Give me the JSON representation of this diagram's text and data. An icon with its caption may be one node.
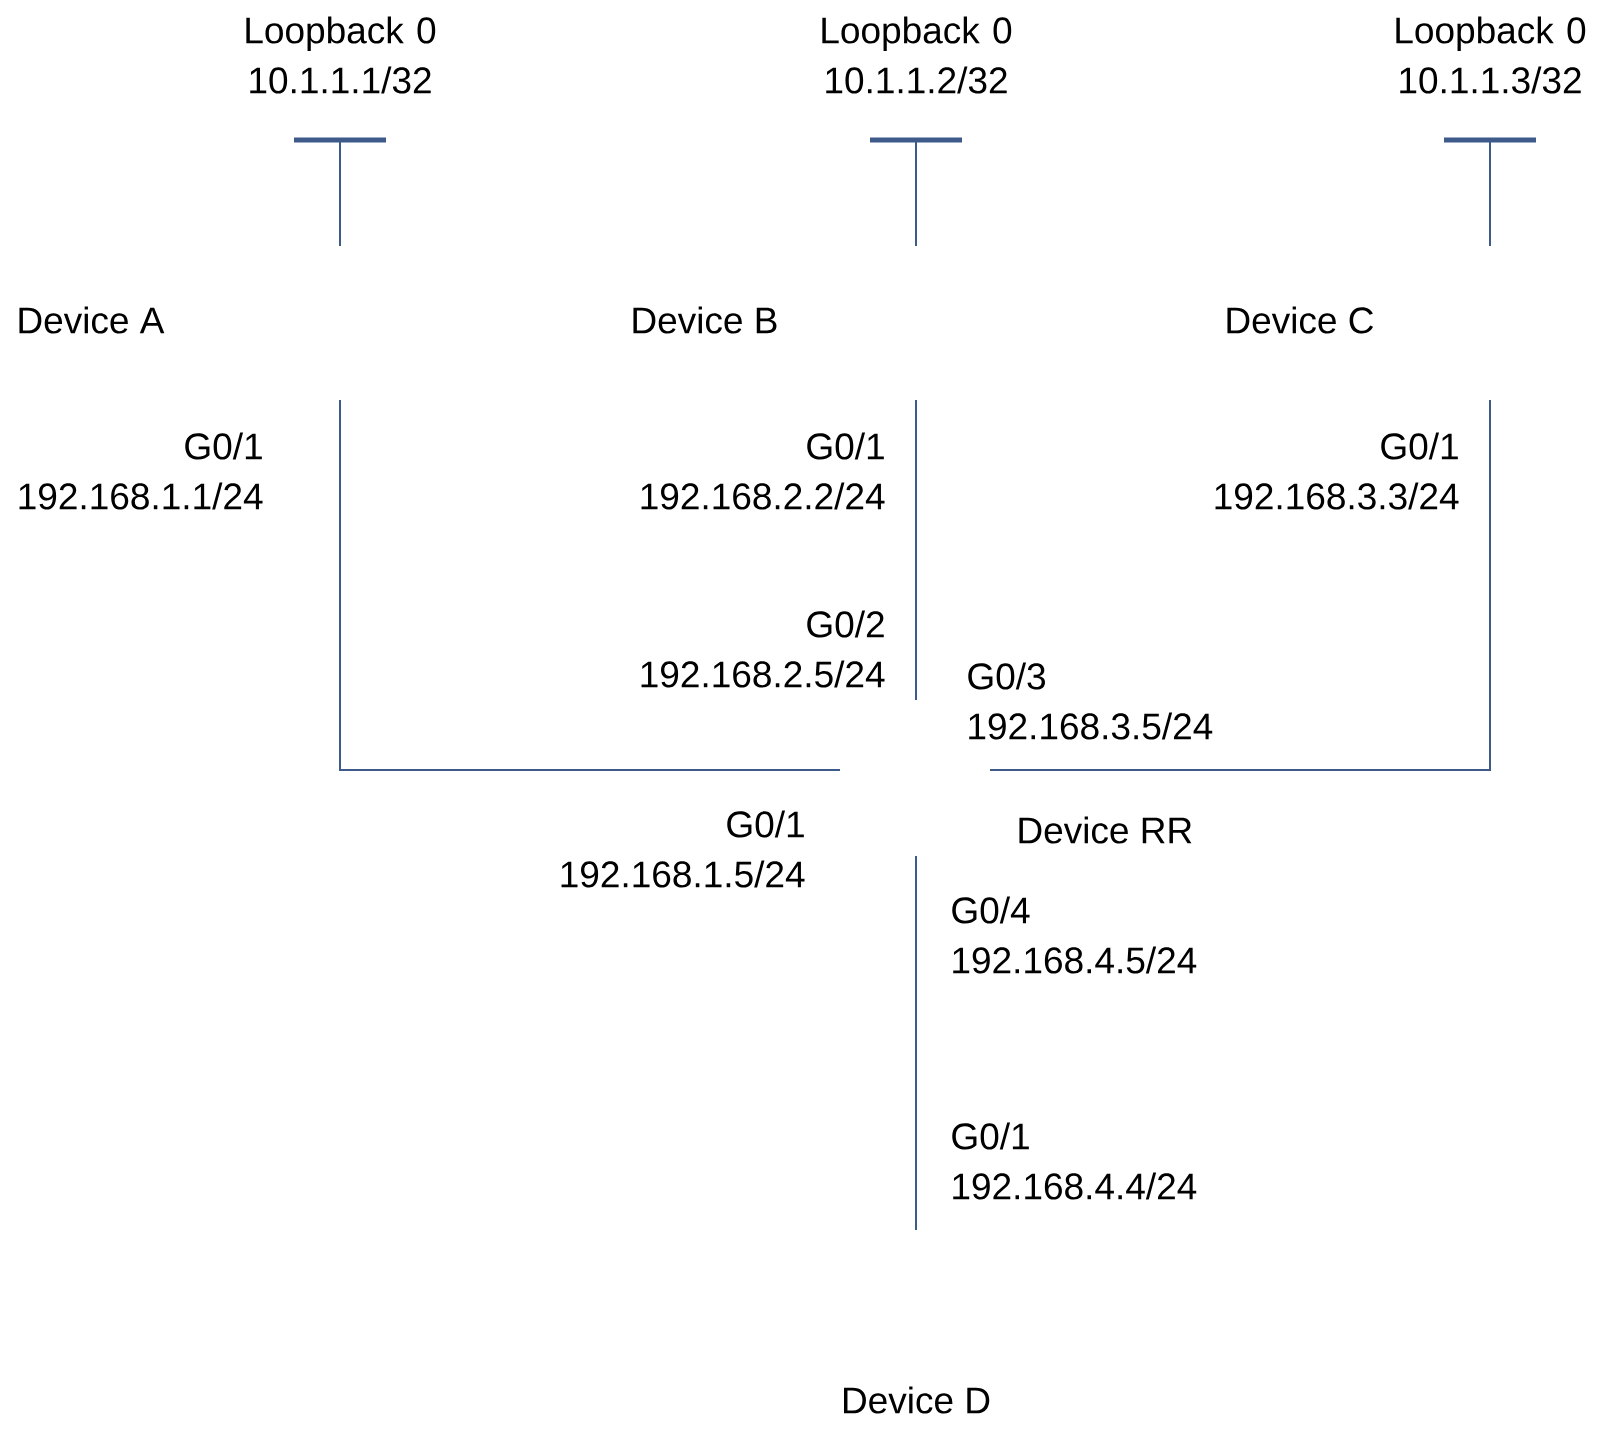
{
  "diagram": {
    "nodes": [
      {
        "text": [
          "Loopback 0 10.1.1.1/32"
        ]
      },
      {
        "text": [
          "Loopback 0 10.1.1.2/32"
        ]
      },
      {
        "text": [
          "Loopback 0 10.1.1.3/32"
        ]
      },
      {
        "text": [
          "Device A"
        ]
      },
      {
        "text": [
          "Device B"
        ]
      },
      {
        "text": [
          "Device C"
        ]
      },
      {
        "text": [
          "Device RR"
        ]
      },
      {
        "text": [
          "Device D"
        ]
      }
    ],
    "labels": [
      "G0/1",
      "192.168.1.1/24",
      "G0/1",
      "192.168.2.2/24",
      "G0/1",
      "192.168.3.3/24",
      "G0/2",
      "192.168.2.5/24",
      "G0/3",
      "192.168.3.5/24",
      "G0/1",
      "192.168.1.5/24",
      "G0/4",
      "192.168.4.5/24",
      "G0/1",
      "192.168.4.4/24"
    ]
  }
}
